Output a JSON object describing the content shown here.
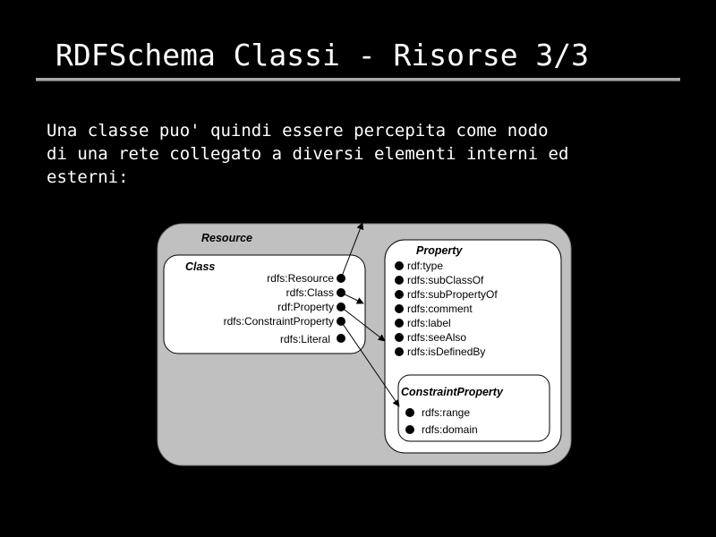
{
  "slide": {
    "title": "RDFSchema Classi - Risorse 3/3",
    "body_lines": [
      "Una classe puo' quindi essere percepita come nodo",
      "di una rete collegato a diversi elementi interni ed",
      "esterni:"
    ]
  },
  "diagram": {
    "resource_title": "Resource",
    "class_box": {
      "title": "Class",
      "items": [
        "rdfs:Resource",
        "rdfs:Class",
        "rdf:Property",
        "rdfs:ConstraintProperty",
        "rdfs:Literal"
      ]
    },
    "property_box": {
      "title": "Property",
      "items": [
        "rdf:type",
        "rdfs:subClassOf",
        "rdfs:subPropertyOf",
        "rdfs:comment",
        "rdfs:label",
        "rdfs:seeAlso",
        "rdfs:isDefinedBy"
      ]
    },
    "constraint_box": {
      "title": "ConstraintProperty",
      "items": [
        "rdfs:range",
        "rdfs:domain"
      ]
    },
    "colors": {
      "resource_fill": "#c0c0c0",
      "box_fill": "#ffffff",
      "stroke": "#000000"
    }
  }
}
